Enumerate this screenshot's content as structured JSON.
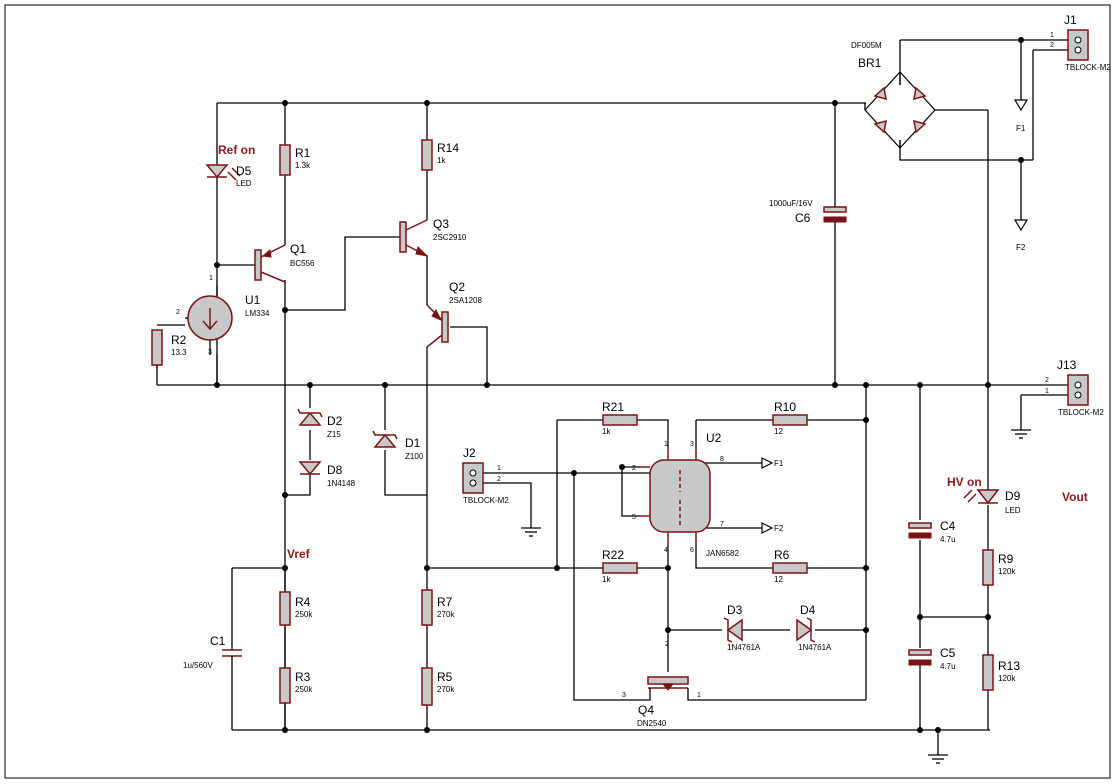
{
  "components": {
    "R1": {
      "ref": "R1",
      "value": "1.3k"
    },
    "R2": {
      "ref": "R2",
      "value": "13.3"
    },
    "R14": {
      "ref": "R14",
      "value": "1k"
    },
    "R21": {
      "ref": "R21",
      "value": "1k"
    },
    "R22": {
      "ref": "R22",
      "value": "1k"
    },
    "R10": {
      "ref": "R10",
      "value": "12"
    },
    "R6": {
      "ref": "R6",
      "value": "12"
    },
    "R4": {
      "ref": "R4",
      "value": "250k"
    },
    "R3": {
      "ref": "R3",
      "value": "250k"
    },
    "R7": {
      "ref": "R7",
      "value": "270k"
    },
    "R5": {
      "ref": "R5",
      "value": "270k"
    },
    "R9": {
      "ref": "R9",
      "value": "120k"
    },
    "R13": {
      "ref": "R13",
      "value": "120k"
    },
    "C1": {
      "ref": "C1",
      "value": "1u/560V"
    },
    "C4": {
      "ref": "C4",
      "value": "4.7u"
    },
    "C5": {
      "ref": "C5",
      "value": "4.7u"
    },
    "C6": {
      "ref": "C6",
      "value": "1000uF/16V"
    },
    "D1": {
      "ref": "D1",
      "value": "Z100"
    },
    "D2": {
      "ref": "D2",
      "value": "Z15"
    },
    "D3": {
      "ref": "D3",
      "value": "1N4761A"
    },
    "D4": {
      "ref": "D4",
      "value": "1N4761A"
    },
    "D5": {
      "ref": "D5",
      "value": "LED"
    },
    "D8": {
      "ref": "D8",
      "value": "1N4148"
    },
    "D9": {
      "ref": "D9",
      "value": "LED"
    },
    "Q1": {
      "ref": "Q1",
      "value": "BC556"
    },
    "Q2": {
      "ref": "Q2",
      "value": "2SA1208"
    },
    "Q3": {
      "ref": "Q3",
      "value": "2SC2910"
    },
    "Q4": {
      "ref": "Q4",
      "value": "DN2540"
    },
    "U1": {
      "ref": "U1",
      "value": "LM334"
    },
    "U2": {
      "ref": "U2",
      "value": "JAN6582"
    },
    "BR1": {
      "ref": "BR1",
      "value": "DF005M"
    },
    "J1": {
      "ref": "J1",
      "value": "TBLOCK-M2"
    },
    "J2": {
      "ref": "J2",
      "value": "TBLOCK-M2"
    },
    "J13": {
      "ref": "J13",
      "value": "TBLOCK-M2"
    }
  },
  "pins": {
    "p1": "1",
    "p2": "2",
    "p3": "3",
    "p4": "4",
    "p5": "5",
    "p6": "6",
    "p7": "7",
    "p8": "8"
  },
  "net_labels": {
    "F1": "F1",
    "F2": "F2"
  },
  "annotations": {
    "ref_on": "Ref on",
    "hv_on": "HV on",
    "vout": "Vout",
    "vref": "Vref"
  },
  "colors": {
    "component_outline": "#7a1414",
    "component_fill": "#c8c8c8",
    "wire": "#000000",
    "annotation": "#8b1a1a"
  }
}
